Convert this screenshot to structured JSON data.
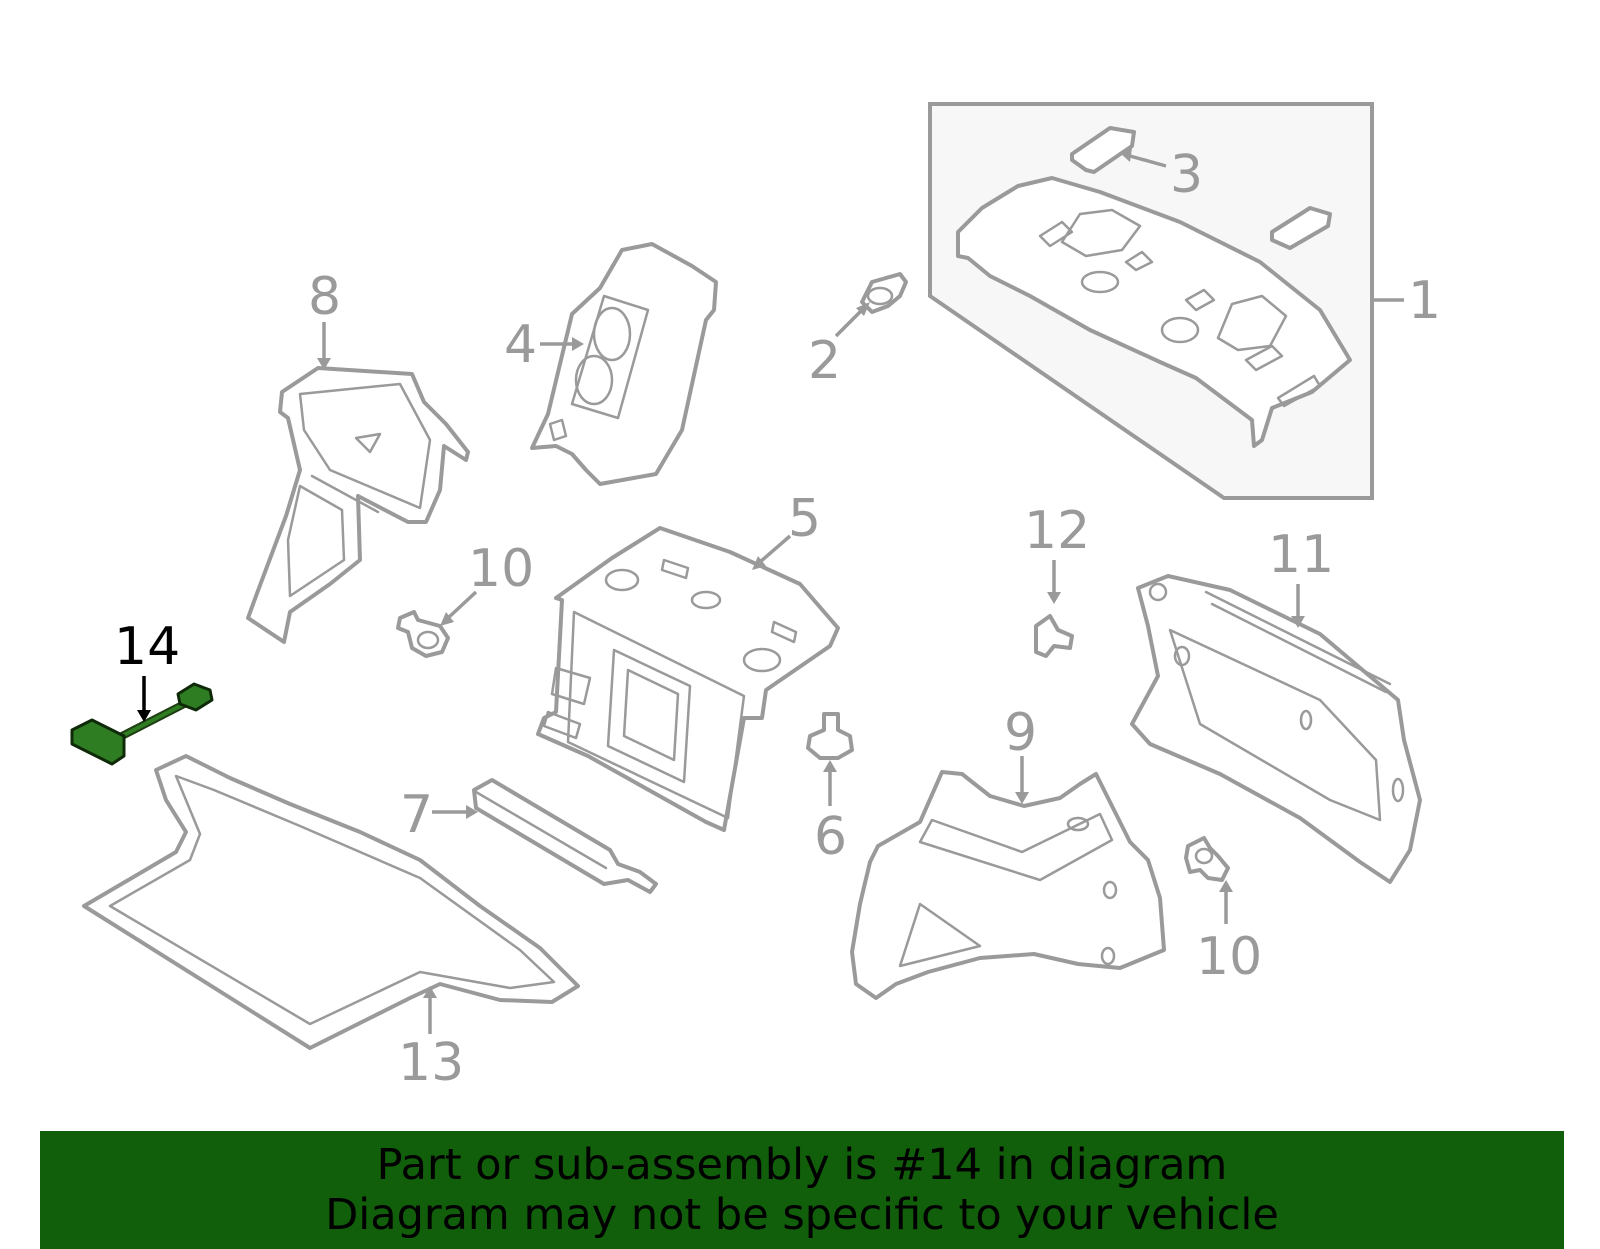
{
  "diagram": {
    "highlighted_part": "14",
    "highlight_color": "#2f7d22",
    "callouts": [
      {
        "id": "c1",
        "label": "1"
      },
      {
        "id": "c2",
        "label": "2"
      },
      {
        "id": "c3",
        "label": "3"
      },
      {
        "id": "c4",
        "label": "4"
      },
      {
        "id": "c5",
        "label": "5"
      },
      {
        "id": "c6",
        "label": "6"
      },
      {
        "id": "c7",
        "label": "7"
      },
      {
        "id": "c8",
        "label": "8"
      },
      {
        "id": "c9",
        "label": "9"
      },
      {
        "id": "c10a",
        "label": "10"
      },
      {
        "id": "c10b",
        "label": "10"
      },
      {
        "id": "c11",
        "label": "11"
      },
      {
        "id": "c12",
        "label": "12"
      },
      {
        "id": "c13",
        "label": "13"
      },
      {
        "id": "c14",
        "label": "14"
      }
    ]
  },
  "banner": {
    "line1": "Part or sub-assembly is #14 in diagram",
    "line2": "Diagram may not be specific to your vehicle",
    "background": "#115e0b"
  }
}
